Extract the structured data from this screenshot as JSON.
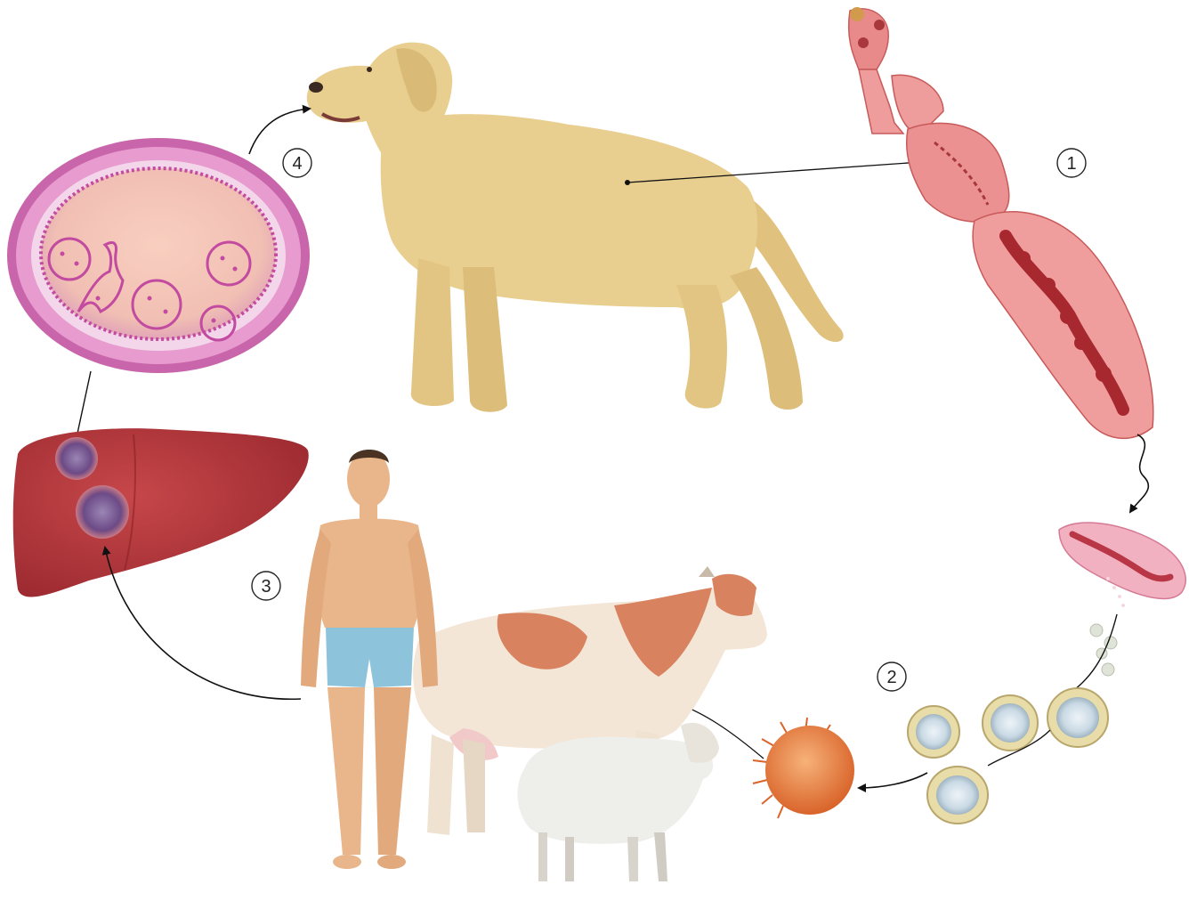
{
  "diagram": {
    "steps": [
      {
        "id": "1",
        "label": "1"
      },
      {
        "id": "2",
        "label": "2"
      },
      {
        "id": "3",
        "label": "3"
      },
      {
        "id": "4",
        "label": "4"
      }
    ],
    "colors": {
      "dog": "#e9cf8f",
      "tapeworm": "#e98a8a",
      "liver": "#b8363a",
      "cyst_wall": "#d57fbf",
      "egg_shell": "#e8dca8",
      "oncosphere": "#e8843d",
      "cow_patch": "#d9825f",
      "skin": "#e9b58a",
      "shorts": "#8ec3dc",
      "sheep": "#eeeeea"
    },
    "icons": [
      "dog-icon",
      "tapeworm-icon",
      "gravid-proglottid-icon",
      "egg-icon",
      "oncosphere-icon",
      "cow-icon",
      "sheep-icon",
      "human-icon",
      "liver-icon",
      "hydatid-cyst-icon"
    ]
  }
}
